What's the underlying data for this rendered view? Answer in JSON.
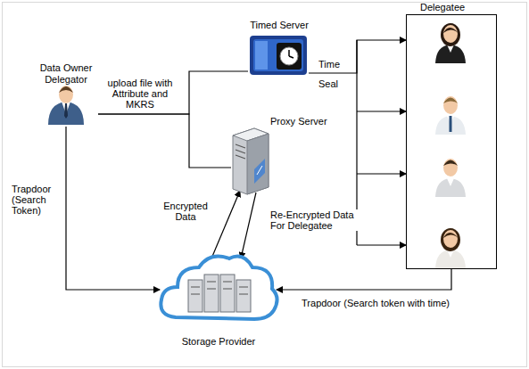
{
  "diagram": {
    "nodes": [
      {
        "text": [
          "Data Owner Delegator"
        ]
      },
      {
        "text": [
          "Timed Server"
        ]
      },
      {
        "text": [
          "Proxy Server"
        ]
      },
      {
        "text": [
          "Storage Provider"
        ]
      },
      {
        "text": [
          "Delegatee"
        ]
      }
    ],
    "edges": [
      {
        "from": 0,
        "to": 1,
        "arrow": "none"
      },
      {
        "from": 0,
        "to": 2,
        "arrow": "none",
        "label": "upload file with Attribute and MKRS"
      },
      {
        "from": 3,
        "to": 2,
        "arrow": "to",
        "label": "Encrypted Data"
      },
      {
        "from": 2,
        "to": 3,
        "arrow": "to",
        "label": "Re-Encrypted Data For Delegatee"
      },
      {
        "from": 0,
        "to": 3,
        "arrow": "to",
        "label": "Trapdoor (Search Token)"
      },
      {
        "from": 1,
        "to": 4,
        "arrow": "to",
        "label": "Time"
      },
      {
        "from": 4,
        "to": 3,
        "arrow": "to",
        "label": "Trapdoor (Search token with time)"
      }
    ],
    "labels": [
      "Seal"
    ]
  }
}
